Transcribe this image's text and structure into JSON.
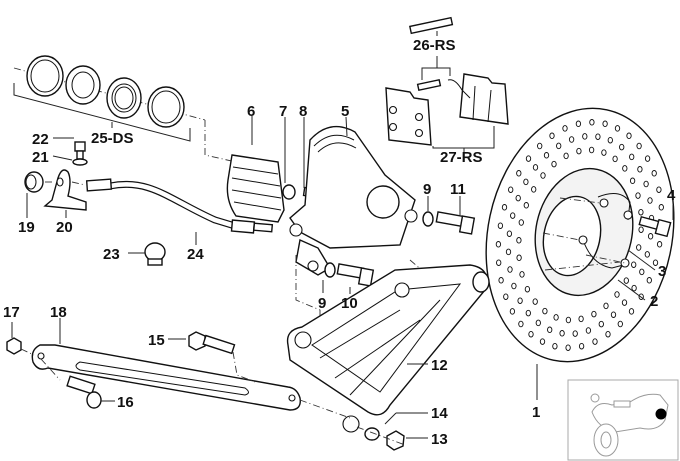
{
  "diagram": {
    "title": "Rear brake caliper, brake disc and mounting bracket",
    "callouts": [
      {
        "id": "1",
        "text": "1"
      },
      {
        "id": "2",
        "text": "2"
      },
      {
        "id": "3",
        "text": "3"
      },
      {
        "id": "4",
        "text": "4"
      },
      {
        "id": "5",
        "text": "5"
      },
      {
        "id": "6",
        "text": "6"
      },
      {
        "id": "7",
        "text": "7"
      },
      {
        "id": "8",
        "text": "8"
      },
      {
        "id": "9a",
        "text": "9"
      },
      {
        "id": "9b",
        "text": "9"
      },
      {
        "id": "10",
        "text": "10"
      },
      {
        "id": "11",
        "text": "11"
      },
      {
        "id": "12",
        "text": "12"
      },
      {
        "id": "13",
        "text": "13"
      },
      {
        "id": "14",
        "text": "14"
      },
      {
        "id": "15",
        "text": "15"
      },
      {
        "id": "16",
        "text": "16"
      },
      {
        "id": "17",
        "text": "17"
      },
      {
        "id": "18",
        "text": "18"
      },
      {
        "id": "19",
        "text": "19"
      },
      {
        "id": "20",
        "text": "20"
      },
      {
        "id": "21",
        "text": "21"
      },
      {
        "id": "22",
        "text": "22"
      },
      {
        "id": "23",
        "text": "23"
      },
      {
        "id": "24",
        "text": "24"
      },
      {
        "id": "25",
        "text": "25-DS"
      },
      {
        "id": "26",
        "text": "26-RS"
      },
      {
        "id": "27",
        "text": "27-RS"
      }
    ],
    "parts": [
      "brake-disc",
      "disc-carrier-plate",
      "lock-plate",
      "disc-bolt",
      "brake-caliper",
      "caliper-cover",
      "bleeder-cap",
      "bleeder-valve",
      "washer",
      "caliper-bolt-short",
      "caliper-bolt",
      "caliper-bracket",
      "nut",
      "washer-large",
      "bracket-bolt",
      "torque-arm-bolt",
      "torque-arm-nut",
      "torque-arm",
      "grommet",
      "hose-holder",
      "sealing-washer",
      "banjo-bolt",
      "hose-clip",
      "brake-hose",
      "seal-kit",
      "pad-pin-kit",
      "brake-pad-set"
    ],
    "locator": {
      "vehicle": "motorcycle",
      "marker": "rear-wheel-dot"
    }
  },
  "colors": {
    "ink": "#111111",
    "background": "#ffffff",
    "thumb_line": "#9a9a9a",
    "marker": "#000000"
  }
}
